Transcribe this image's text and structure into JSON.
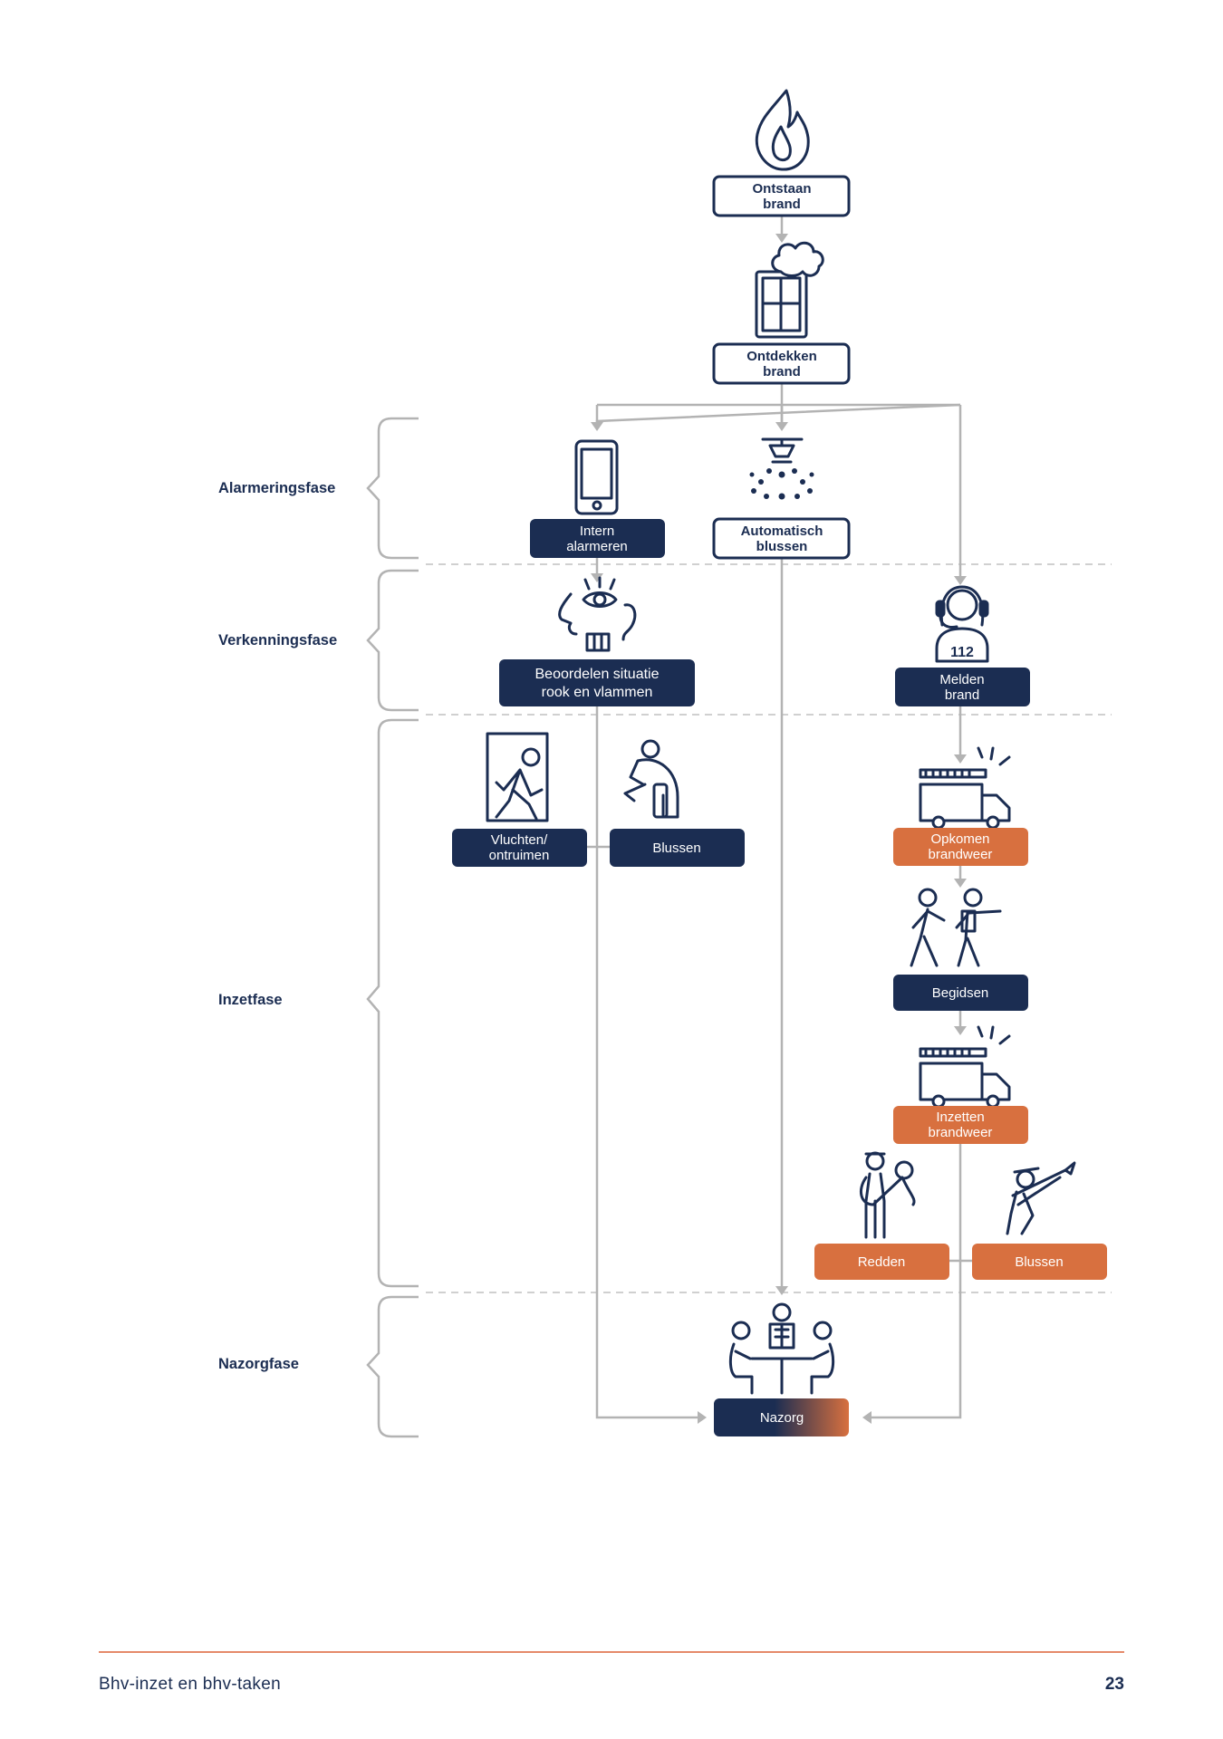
{
  "colors": {
    "navy": "#1b2d52",
    "orange": "#d8703f",
    "connector": "#b3b3b3",
    "footer_rule": "#e58a6a"
  },
  "phases": [
    {
      "label": "Alarmeringsfase"
    },
    {
      "label": "Verkenningsfase"
    },
    {
      "label": "Inzetfase"
    },
    {
      "label": "Nazorgfase"
    }
  ],
  "nodes": {
    "ontstaan": {
      "lines": [
        "Ontstaan",
        "brand"
      ],
      "style": "outline",
      "icon": "flame-icon"
    },
    "ontdekken": {
      "lines": [
        "Ontdekken",
        "brand"
      ],
      "style": "outline",
      "icon": "window-smoke-icon"
    },
    "intern": {
      "lines": [
        "Intern",
        "alarmeren"
      ],
      "style": "navy",
      "icon": "smartphone-icon"
    },
    "automatisch": {
      "lines": [
        "Automatisch",
        "blussen"
      ],
      "style": "outline",
      "icon": "sprinkler-icon"
    },
    "beoordelen": {
      "lines": [
        "Beoordelen situatie",
        "rook en vlammen"
      ],
      "style": "navy",
      "icon": "senses-icon"
    },
    "melden": {
      "lines": [
        "Melden",
        "brand"
      ],
      "style": "navy",
      "icon": "operator-112-icon",
      "icon_text": "112"
    },
    "vluchten": {
      "lines": [
        "Vluchten/",
        "ontruimen"
      ],
      "style": "navy",
      "icon": "evacuation-icon"
    },
    "blussen_bhv": {
      "lines": [
        "Blussen"
      ],
      "style": "navy",
      "icon": "fire-extinguisher-person-icon"
    },
    "opkomen": {
      "lines": [
        "Opkomen",
        "brandweer"
      ],
      "style": "orange",
      "icon": "fire-truck-icon"
    },
    "begidsen": {
      "lines": [
        "Begidsen"
      ],
      "style": "navy",
      "icon": "guiding-people-icon"
    },
    "inzetten": {
      "lines": [
        "Inzetten",
        "brandweer"
      ],
      "style": "orange",
      "icon": "fire-truck-icon"
    },
    "redden": {
      "lines": [
        "Redden"
      ],
      "style": "orange",
      "icon": "firefighter-rescue-icon"
    },
    "blussen_bw": {
      "lines": [
        "Blussen"
      ],
      "style": "orange",
      "icon": "firefighter-hose-icon"
    },
    "nazorg": {
      "lines": [
        "Nazorg"
      ],
      "style": "gradient",
      "icon": "meeting-table-icon"
    }
  },
  "footer": {
    "title": "Bhv-inzet en bhv-taken",
    "page": "23"
  }
}
